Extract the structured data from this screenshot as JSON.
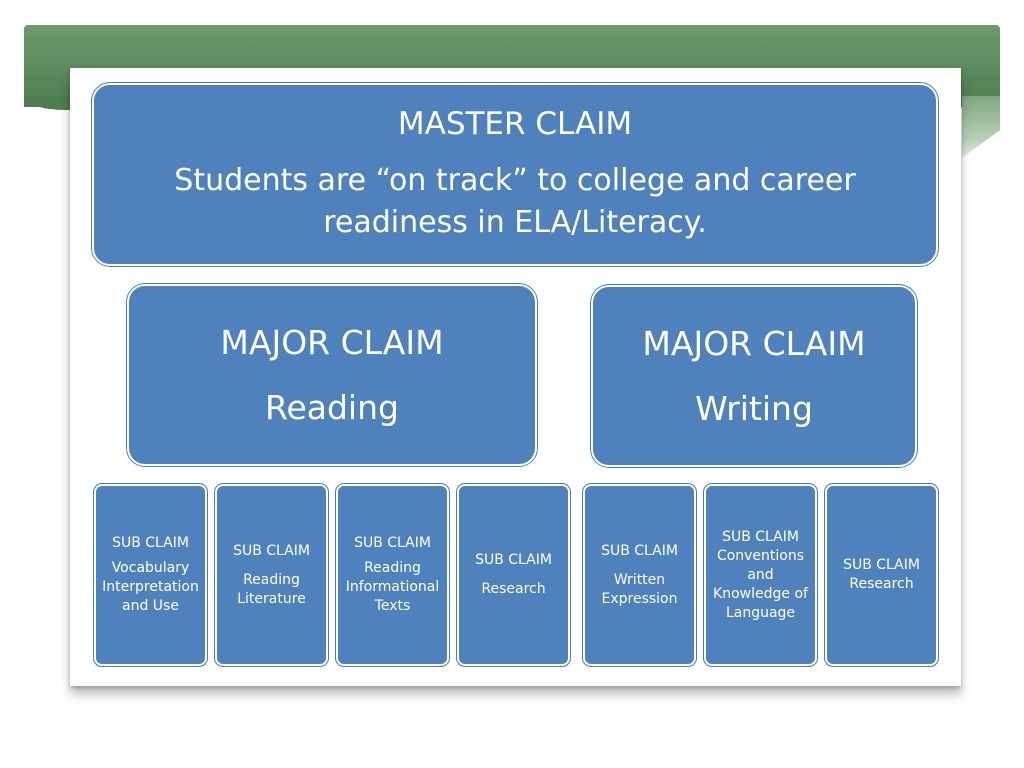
{
  "theme": {
    "box_color": "#4f81bd",
    "banner_color": "#5b8a5c",
    "text_color": "#ffffff"
  },
  "master": {
    "title": "MASTER CLAIM",
    "description": "Students are “on track” to college and career readiness in ELA/Literacy."
  },
  "majors": [
    {
      "title": "MAJOR CLAIM",
      "subject": "Reading"
    },
    {
      "title": "MAJOR CLAIM",
      "subject": "Writing"
    }
  ],
  "subclaims": [
    {
      "title": "SUB CLAIM",
      "text": "Vocabulary\nInterpretation\nand Use"
    },
    {
      "title": "SUB CLAIM",
      "text": "Reading\nLiterature"
    },
    {
      "title": "SUB CLAIM",
      "text": "Reading\nInformational\nTexts"
    },
    {
      "title": "SUB CLAIM",
      "text": "Research"
    },
    {
      "title": "SUB CLAIM",
      "text": "Written\nExpression"
    },
    {
      "title": "SUB CLAIM",
      "text": "Conventions\nand\nKnowledge of\nLanguage"
    },
    {
      "title": "SUB CLAIM",
      "text": "Research"
    }
  ]
}
